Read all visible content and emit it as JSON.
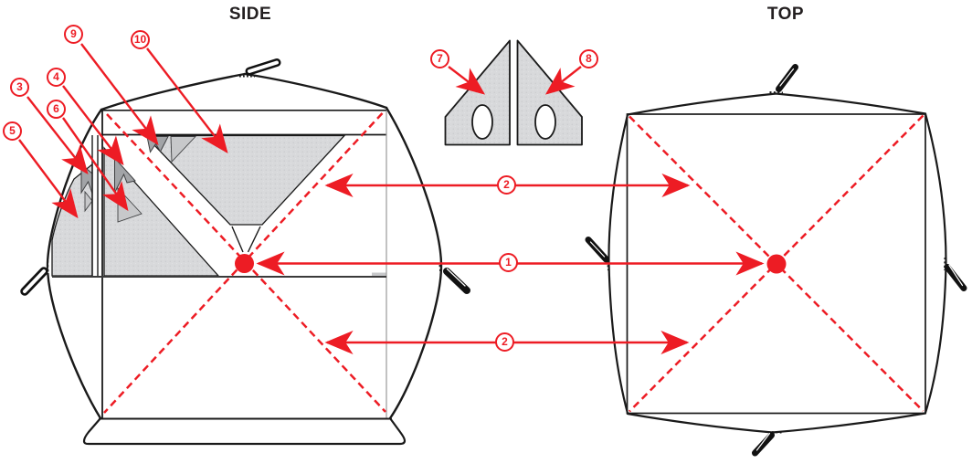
{
  "diagram": {
    "side_view": {
      "title": "SIDE"
    },
    "top_view": {
      "title": "TOP"
    },
    "callouts": {
      "c1": "1",
      "c2": "2",
      "c3": "3",
      "c4": "4",
      "c5": "5",
      "c6": "6",
      "c7": "7",
      "c8": "8",
      "c9": "9",
      "c10": "10"
    },
    "colors": {
      "accent_red": "#ed1c24",
      "fabric_gray": "#d8d9db",
      "dark_gray": "#a2a4a7",
      "mid_gray": "#c7c8ca",
      "line_black": "#1a1a1a",
      "background": "#ffffff"
    },
    "icons": {
      "hub_marker": "red-dot",
      "pole_line": "red-dashed-diagonal",
      "pull_handle": "toggle"
    }
  }
}
